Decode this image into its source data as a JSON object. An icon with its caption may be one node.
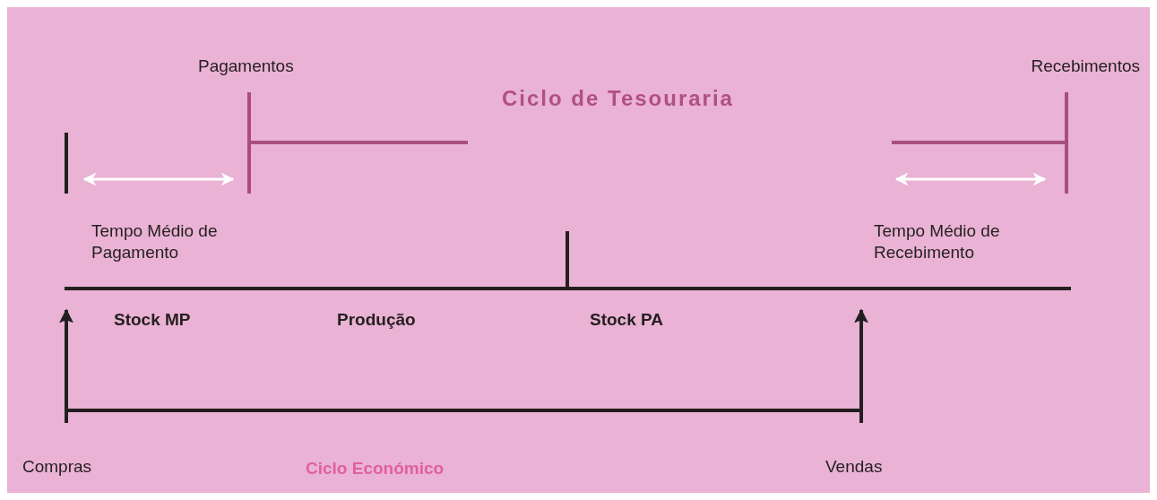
{
  "diagram": {
    "title": "Ciclo de Tesouraria",
    "labels": [
      "Pagamentos",
      "Recebimentos",
      "Tempo Médio de Pagamento",
      "Tempo Médio de Recebimento",
      "Stock MP",
      "Produção",
      "Stock PA",
      "Compras",
      "Ciclo Económico",
      "Vendas"
    ]
  }
}
